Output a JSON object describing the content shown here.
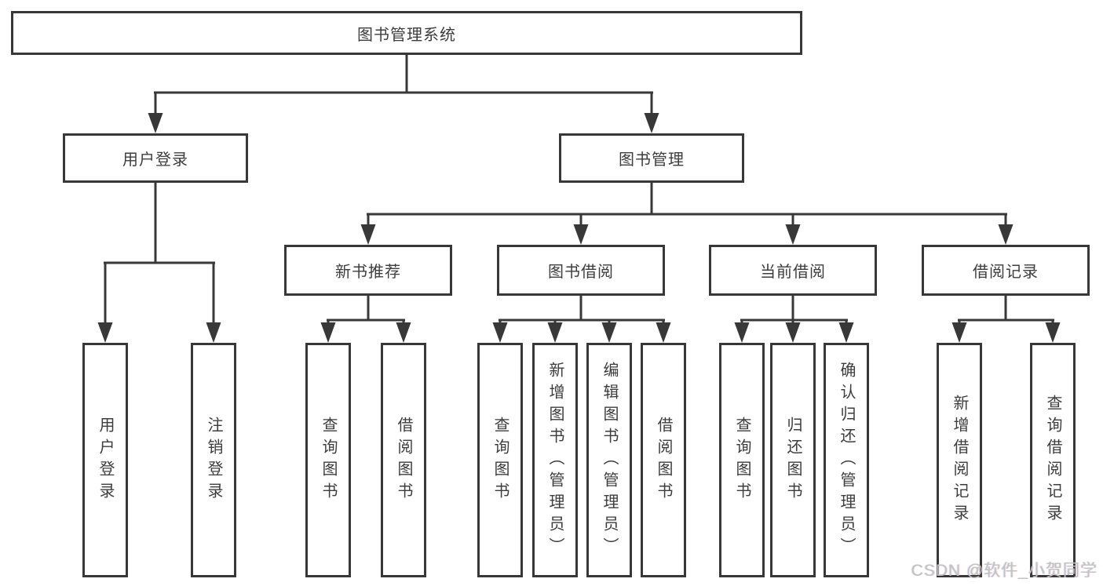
{
  "colors": {
    "line": "#383838",
    "text": "#3d3d3d",
    "watermark": "#c2c2c2",
    "bg": "#ffffff"
  },
  "watermark": {
    "text": "CSDN @软件_小贺同学"
  },
  "tree": {
    "label": "图书管理系统",
    "children": [
      {
        "label": "用户登录",
        "children": [
          {
            "label": "用户登录"
          },
          {
            "label": "注销登录"
          }
        ]
      },
      {
        "label": "图书管理",
        "children": [
          {
            "label": "新书推荐",
            "children": [
              {
                "label": "查询图书"
              },
              {
                "label": "借阅图书"
              }
            ]
          },
          {
            "label": "图书借阅",
            "children": [
              {
                "label": "查询图书"
              },
              {
                "label": "新增图书（管理员）"
              },
              {
                "label": "编辑图书（管理员）"
              },
              {
                "label": "借阅图书"
              }
            ]
          },
          {
            "label": "当前借阅",
            "children": [
              {
                "label": "查询图书"
              },
              {
                "label": "归还图书"
              },
              {
                "label": "确认归还（管理员）"
              }
            ]
          },
          {
            "label": "借阅记录",
            "children": [
              {
                "label": "新增借阅记录"
              },
              {
                "label": "查询借阅记录"
              }
            ]
          }
        ]
      }
    ]
  }
}
